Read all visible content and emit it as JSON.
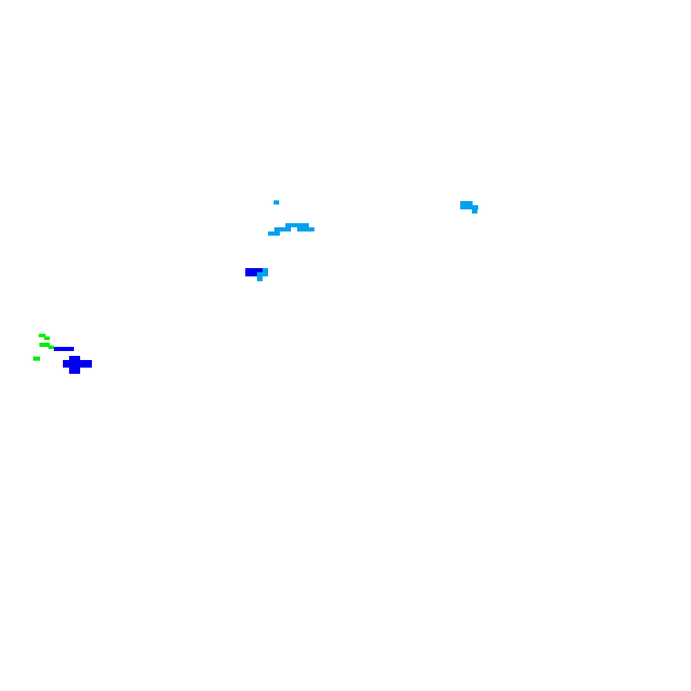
{
  "legend": {
    "colors": {
      "blue": "#0000ee",
      "light_blue": "#00a0f0",
      "green": "#00ee00"
    }
  },
  "regions": [
    {
      "name": "light-blue-region-north",
      "color": "light_blue"
    },
    {
      "name": "light-blue-region-central",
      "color": "light_blue"
    },
    {
      "name": "light-blue-region-east",
      "color": "light_blue"
    },
    {
      "name": "blue-light-blue-region-mid",
      "color": "blue"
    },
    {
      "name": "green-region-west",
      "color": "green"
    },
    {
      "name": "blue-region-west",
      "color": "blue"
    }
  ]
}
